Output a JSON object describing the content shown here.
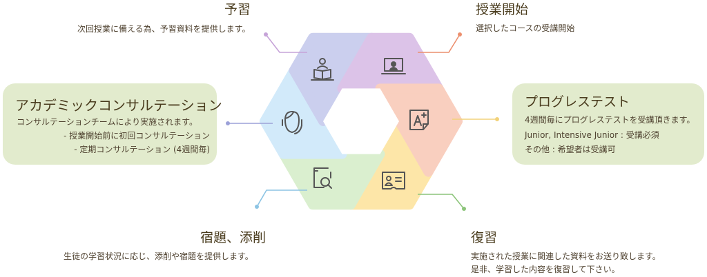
{
  "steps": {
    "yoshu": {
      "title": "予習",
      "desc": "次回授業に備える為、予習資料を提供します。",
      "color": "#dcc3e8",
      "icon": "reading-book-icon"
    },
    "start": {
      "title": "授業開始",
      "desc": "選択したコースの受講開始",
      "color": "#f9cfbf",
      "icon": "laptop-user-icon"
    },
    "progress": {
      "title": "プログレステスト",
      "lines": [
        "4週間毎にプログレステストを受講頂きます。",
        "Junior, Intensive Junior : 受講必須",
        "その他 : 希望者は受講可"
      ],
      "color": "#fde6a8",
      "icon": "grade-a-plus-icon"
    },
    "review": {
      "title": "復習",
      "lines": [
        "実施された授業に関連した資料をお送り致します。",
        "是非、学習した内容を復習して下さい。"
      ],
      "color": "#daefcf",
      "icon": "id-card-icon"
    },
    "homework": {
      "title": "宿題、添削",
      "desc": "生徒の学習状況に応じ、添削や宿題を提供します。",
      "color": "#d2eafa",
      "icon": "document-search-icon"
    },
    "consult": {
      "title": "アカデミックコンサルテーション",
      "lines": [
        "コンサルテーションチームにより実施されます。",
        "- 授業開始前に初回コンサルテーション",
        "- 定期コンサルテーション (4週間毎)"
      ],
      "color": "#cbcfee",
      "icon": "headset-operator-icon"
    }
  },
  "box_color": "#e2ebcd"
}
